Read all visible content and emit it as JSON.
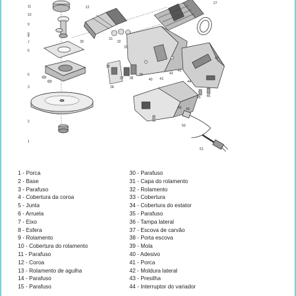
{
  "callouts": [
    "1",
    "2",
    "3",
    "4",
    "5",
    "6",
    "7",
    "8",
    "9",
    "10",
    "11",
    "13",
    "27",
    "30",
    "31",
    "32",
    "33",
    "35",
    "36",
    "37",
    "38",
    "39",
    "40",
    "41",
    "42",
    "43",
    "44",
    "45",
    "46",
    "47",
    "48",
    "49",
    "50",
    "51"
  ],
  "legend": {
    "left": [
      "1 - Porca",
      "2 - Base",
      "3 - Parafuso",
      "4 - Cobertura da coroa",
      "5 - Junta",
      "6 - Arruela",
      "7 - Eixo",
      "8 - Esfera",
      "9 - Rolamento",
      "10 - Cobertura do rolamento",
      "11 - Parafuso",
      "12 - Coroa",
      "13 - Rolamento de agulha",
      "14 - Parafuso",
      "15 - Parafuso"
    ],
    "right": [
      "30 - Parafuso",
      "31 - Capa do rolamento",
      "32 - Rolamento",
      "33 - Cobertura",
      "34 - Cobertura do estator",
      "35 - Parafuso",
      "36 - Tampa lateral",
      "37 - Escova de carvão",
      "38 - Porta escova",
      "39 - Mola",
      "40 - Adesivo",
      "41 - Porca",
      "42 - Moldura lateral",
      "43 - Presilha",
      "44 - Interruptor do variador"
    ]
  }
}
